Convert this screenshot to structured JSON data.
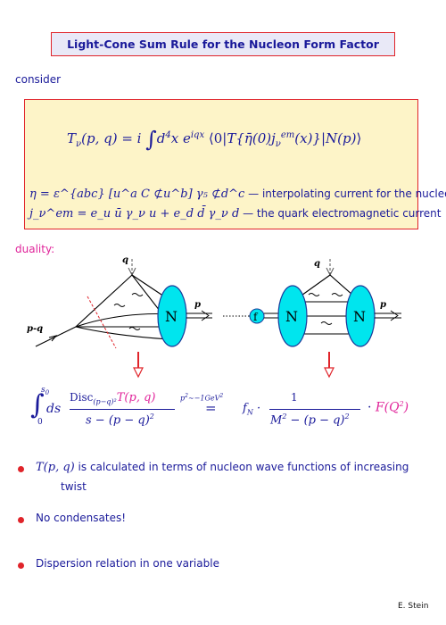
{
  "title": "Light-Cone Sum Rule for the Nucleon Form Factor",
  "consider_label": "consider",
  "box": {
    "correlator": "T_ν(p, q) = i ∫ d⁴x e^{iqx} ⟨0|T{η̄(0) j_ν^em(x)}|N(p)⟩",
    "eta_formula": "η = ε^{abc} [u^a C ⊄u^b] γ₅ ⊄d^c",
    "eta_desc": " — interpolating current for the nucleon",
    "j_formula": "j_ν^em = e_u ū γ_ν u + e_d d̄ γ_ν d",
    "j_desc": " — the quark electromagnetic current"
  },
  "duality_label": "duality:",
  "diagram": {
    "q_left": "q",
    "q_right": "q",
    "p_left": "p",
    "p_right": "p",
    "pq_label": "p-q",
    "N": "N",
    "f": "f"
  },
  "bullets": [
    {
      "math": "T(p, q)",
      "text": " is calculated in terms of nucleon wave functions of increasing",
      "cont": "twist"
    },
    {
      "math": "",
      "text": "No condensates!",
      "cont": ""
    },
    {
      "math": "",
      "text": "Dispersion relation in one variable",
      "cont": ""
    }
  ],
  "footer": "E. Stein",
  "colors": {
    "text": "#1a1a9a",
    "accent": "#e0242a",
    "magenta": "#e0249a",
    "nucleon": "#00e5ee",
    "box_bg": "#fdf4c8"
  }
}
